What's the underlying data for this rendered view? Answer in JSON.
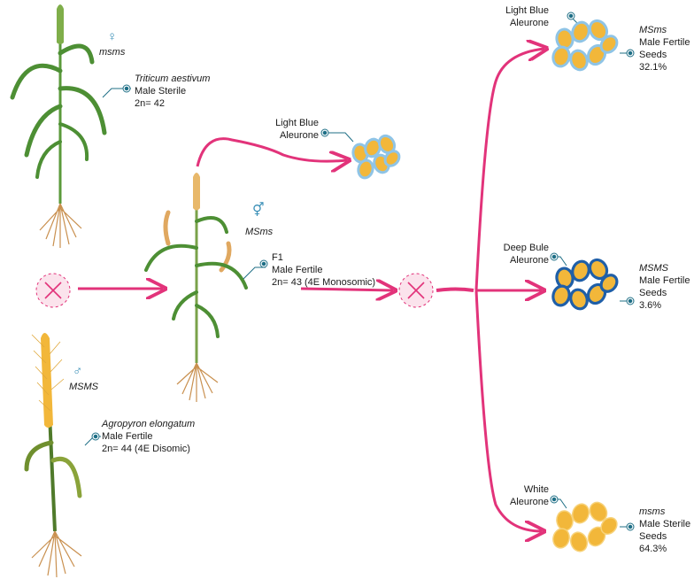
{
  "colors": {
    "accent": "#e2337a",
    "teal": "#1f6f86",
    "light_blue": "#8fc4e6",
    "deep_blue": "#1f5fa8",
    "seed": "#f2b73a",
    "stem": "#5a9a3a",
    "root": "#c9904f"
  },
  "female_parent": {
    "symbol": "♀",
    "genotype": "msms",
    "species": "Triticum aestivum",
    "phenotype": "Male Sterile",
    "chromosomes": "2n= 42"
  },
  "male_parent": {
    "symbol": "♂",
    "genotype": "MSMS",
    "species": "Agropyron elongatum",
    "phenotype": "Male Fertile",
    "chromosomes": "2n= 44 (4E Disomic)"
  },
  "f1": {
    "symbol": "⚥",
    "genotype": "MSms",
    "generation": "F1",
    "phenotype": "Male Fertile",
    "chromosomes": "2n= 43 (4E Monosomic)",
    "seed_label_line1": "Light Blue",
    "seed_label_line2": "Aleurone"
  },
  "offspring": [
    {
      "aleurone_line1": "Light Blue",
      "aleurone_line2": "Aleurone",
      "genotype": "MSms",
      "phenotype_line1": "Male Fertile",
      "phenotype_line2": "Seeds",
      "percent": "32.1%",
      "seed_ring": "light"
    },
    {
      "aleurone_line1": "Deep Bule",
      "aleurone_line2": "Aleurone",
      "genotype": "MSMS",
      "phenotype_line1": "Male Fertile",
      "phenotype_line2": "Seeds",
      "percent": "3.6%",
      "seed_ring": "deep"
    },
    {
      "aleurone_line1": "White",
      "aleurone_line2": "Aleurone",
      "genotype": "msms",
      "phenotype_line1": "Male Sterile",
      "phenotype_line2": "Seeds",
      "percent": "64.3%",
      "seed_ring": "none"
    }
  ]
}
